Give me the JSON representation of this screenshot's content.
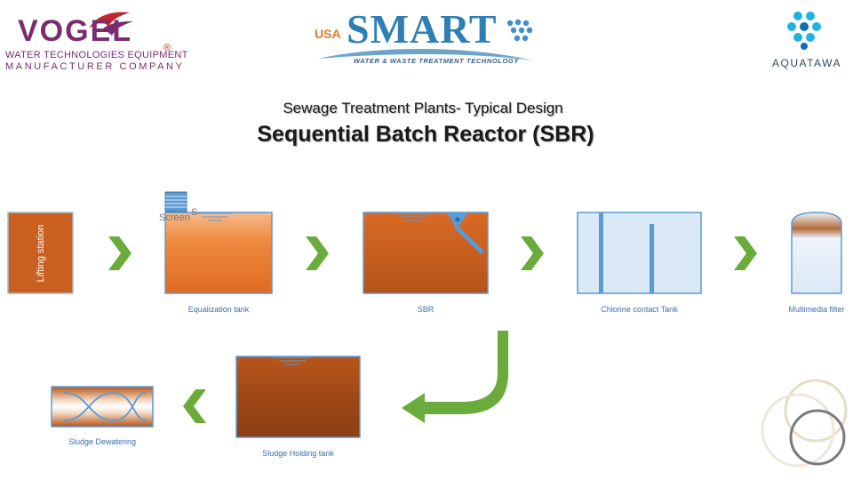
{
  "header": {
    "vogel": {
      "name": "VOGEL",
      "reg": "®",
      "line1": "WATER TECHNOLOGIES EQUIPMENT",
      "line2": "MANUFACTURER COMPANY"
    },
    "smart": {
      "prefix": "USA",
      "name": "SMART",
      "tagline": "WATER & WASTE TREATMENT TECHNOLOGY"
    },
    "aquatawa": {
      "name": "AQUATAWA"
    }
  },
  "title": {
    "subtitle": "Sewage Treatment Plants- Typical Design",
    "main": "Sequential Batch Reactor (SBR)"
  },
  "stages": {
    "lifting": "Lifting station",
    "screen": "Screen",
    "screen_s": "S",
    "equalization": "Equalization tank",
    "sbr": "SBR",
    "chlorine": "Chlorine contact Tank",
    "multimedia": "Multimedia filter",
    "sludge_holding": "Sludge Holding tank",
    "sludge_dewatering": "Sludge Dewatering"
  },
  "colors": {
    "orange": "#ec7a2c",
    "brown": "#b5541a",
    "blue_line": "#5b9bd5",
    "arrow_green": "#6aab3c",
    "label_blue": "#3a6fb0",
    "vogel_purple": "#7b2c6e"
  }
}
